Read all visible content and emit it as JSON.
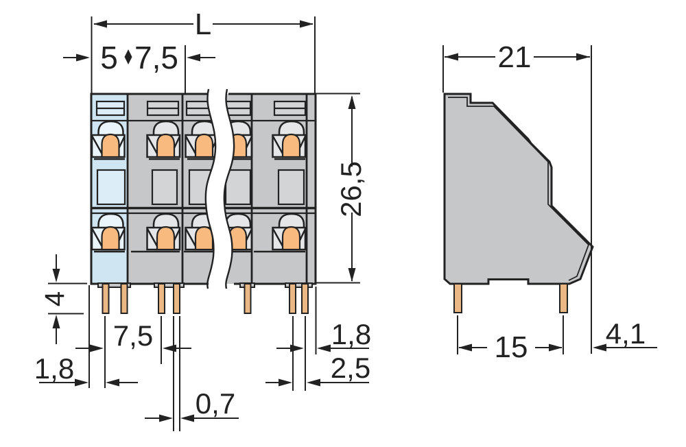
{
  "meta": {
    "description": "Technical dimension drawing of a double-deck PCB terminal strip: front view with break symbol and side profile view, dimensions in mm"
  },
  "front_view": {
    "dimensions": {
      "overall_length": "L",
      "end_section_width": "5",
      "pole_pitch": "7,5",
      "height": "26,5",
      "pin_length": "4",
      "pin_pitch": "7,5",
      "left_edge_to_pin": "1,8",
      "pin_to_right_edge": "1,8",
      "pin_row_offset": "2,5",
      "pin_width": "0,7"
    }
  },
  "side_view": {
    "dimensions": {
      "depth": "21",
      "pin_row_spacing": "15",
      "rear_overhang": "4,1"
    }
  },
  "colors": {
    "housing_gray": "#c6c7c9",
    "highlight_blue": "#cfe5f2",
    "clamp_interior": "#e4e6e8",
    "blue_clamp_interior": "#e9f4fb",
    "actuator_orange": "#f8ba7e",
    "pin_copper": "#e9b884",
    "line_black": "#222222",
    "background": "#ffffff"
  }
}
